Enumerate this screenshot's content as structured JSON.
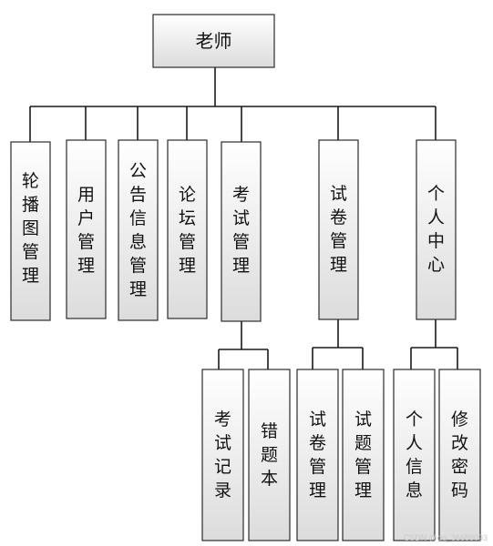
{
  "root": {
    "label": "老师"
  },
  "modules": [
    {
      "label": "轮播图管理"
    },
    {
      "label": "用户管理"
    },
    {
      "label": "公告信息管理"
    },
    {
      "label": "论坛管理"
    },
    {
      "label": "考试管理",
      "children": [
        {
          "label": "考试记录"
        },
        {
          "label": "错题本"
        }
      ]
    },
    {
      "label": "试卷管理",
      "children": [
        {
          "label": "试卷管理"
        },
        {
          "label": "试题管理"
        }
      ]
    },
    {
      "label": "个人中心",
      "children": [
        {
          "label": "个人信息"
        },
        {
          "label": "修改密码"
        }
      ]
    }
  ],
  "watermark": "CSDN @qq_36688093",
  "colors": {
    "box_top": "#ffffff",
    "box_bottom": "#dcdcdc",
    "stroke": "#2b2b2b"
  }
}
